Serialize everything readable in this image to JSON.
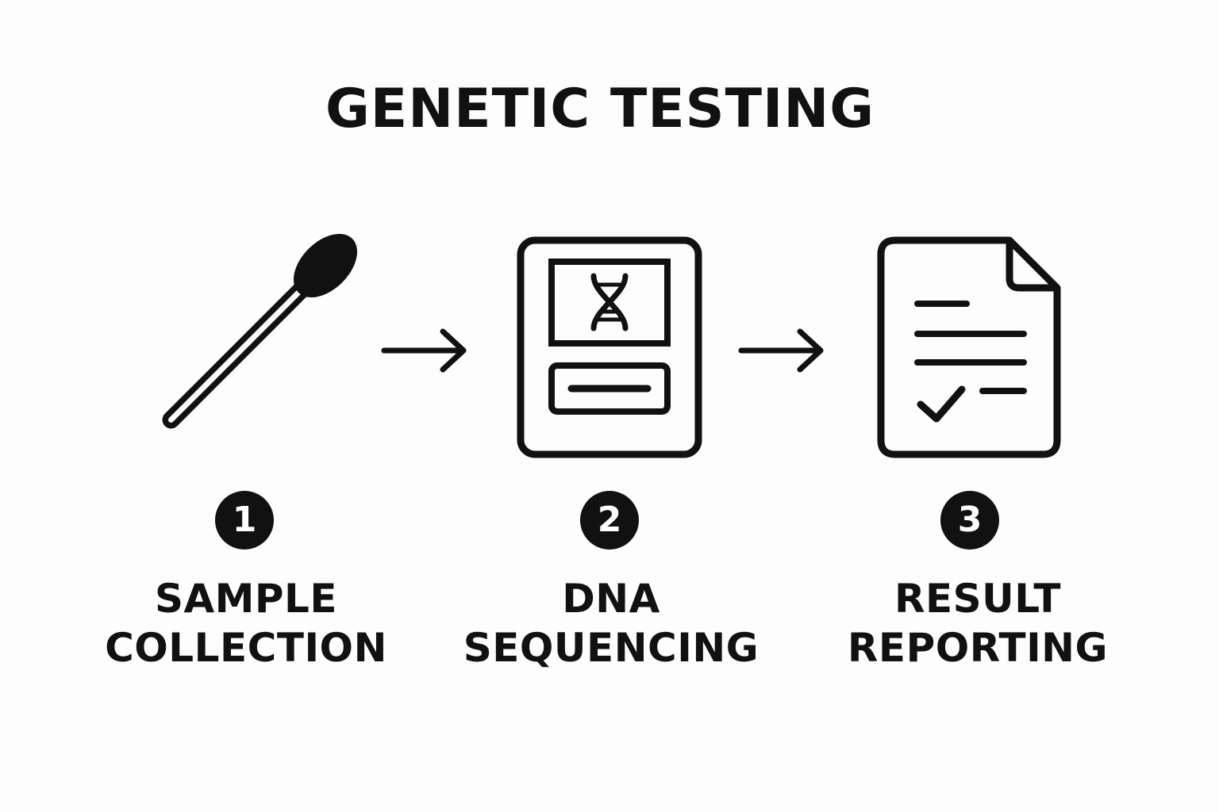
{
  "title": "GENETIC TESTING",
  "steps": [
    {
      "number": "1",
      "line1": "SAMPLE",
      "line2": "COLLECTION",
      "icon": "swab-icon"
    },
    {
      "number": "2",
      "line1": "DNA",
      "line2": "SEQUENCING",
      "icon": "dna-sequencer-icon"
    },
    {
      "number": "3",
      "line1": "RESULT",
      "line2": "REPORTING",
      "icon": "report-document-icon"
    }
  ],
  "colors": {
    "ink": "#111111",
    "background": "#fdfdfd",
    "badge_text": "#ffffff"
  }
}
